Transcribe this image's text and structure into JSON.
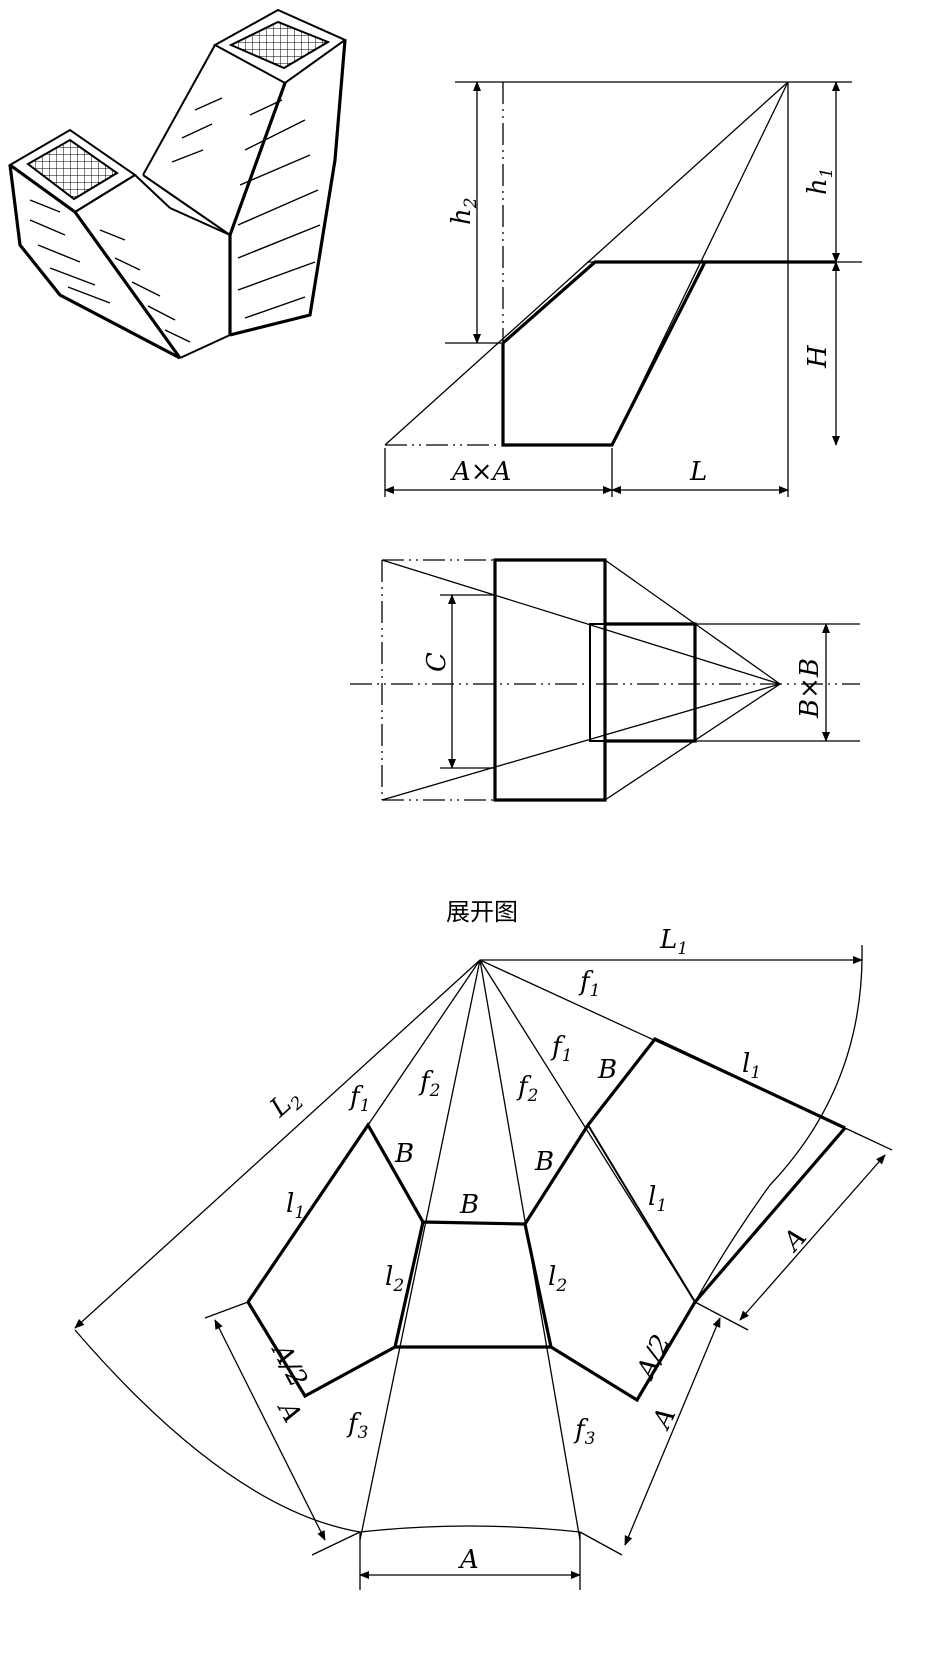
{
  "title": "展开图",
  "labels": {
    "h1": "h",
    "h1_sub": "1",
    "h2": "h",
    "h2_sub": "2",
    "H": "H",
    "AxA": "A×A",
    "L": "L",
    "C": "C",
    "BxB": "B×B",
    "L1": "L",
    "L1_sub": "1",
    "L2": "L",
    "L2_sub": "2",
    "f1": "f",
    "f1_sub": "1",
    "f2": "f",
    "f2_sub": "2",
    "f3": "f",
    "f3_sub": "3",
    "l1": "l",
    "l1_sub": "1",
    "l2": "l",
    "l2_sub": "2",
    "B": "B",
    "A": "A",
    "A_half": "A/2"
  }
}
